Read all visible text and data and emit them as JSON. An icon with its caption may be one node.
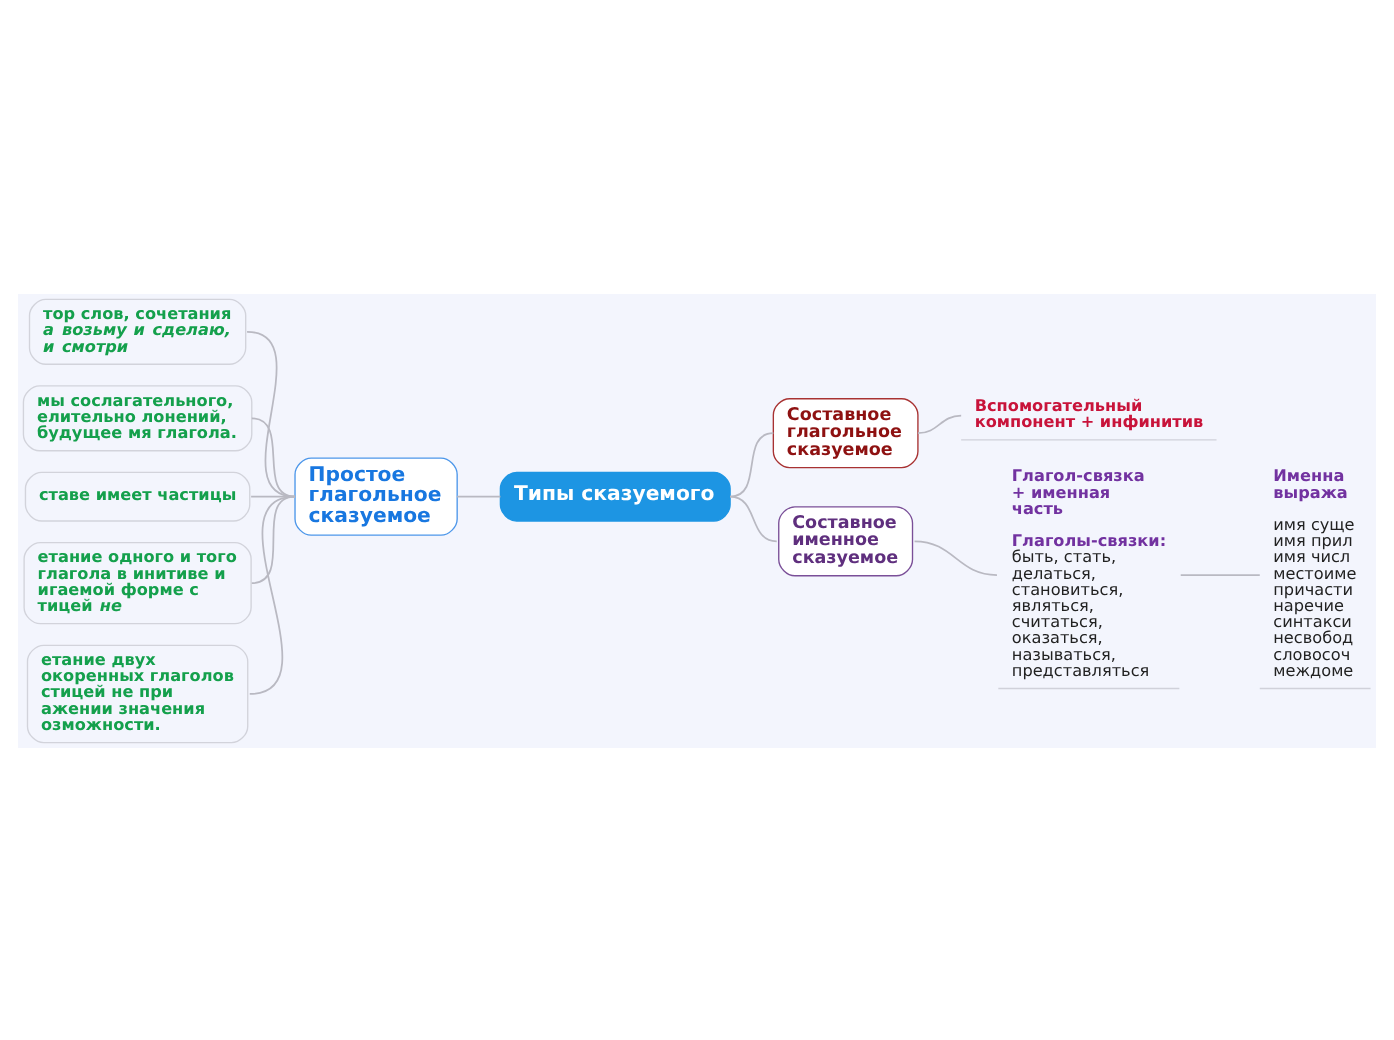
{
  "diagram": {
    "nodes": [
      {
        "text": [
          "Типы сказуемого"
        ]
      },
      {
        "text": [
          "Простое глагольное сказуемое"
        ]
      },
      {
        "text": [
          "тор слов, сочетания *а возьму и сделаю, и смотри*"
        ]
      },
      {
        "text": [
          "мы сослагательного, елительно лонений, будущее мя глагола."
        ]
      },
      {
        "text": [
          "ставе имеет частицы"
        ]
      },
      {
        "text": [
          "етание одного и того глагола в инитиве и игаемой форме с тицей *не*"
        ]
      },
      {
        "text": [
          "етание двух окоренных глаголов стицей не при ажении значения озможности."
        ]
      },
      {
        "text": [
          "Составное глагольное сказуемое"
        ]
      },
      {
        "text": [
          "Вспомогательный компонент + инфинитив"
        ]
      },
      {
        "text": [
          "Составное именное сказуемое"
        ]
      },
      {
        "text": [
          "Глагол-связка + именная часть",
          "**Глаголы-связки:** быть, стать, делаться, становиться, являться, считаться, оказаться, называться, представляться"
        ]
      },
      {
        "text": [
          "Именна выража",
          "имя суще имя прил имя числ местоиме причасти наречие синтакси несвобод словосоч междоме"
        ]
      }
    ],
    "edges": [
      {
        "from": 0,
        "to": 1,
        "arrow": "none"
      },
      {
        "from": 1,
        "to": 2,
        "arrow": "none"
      },
      {
        "from": 1,
        "to": 3,
        "arrow": "none"
      },
      {
        "from": 1,
        "to": 4,
        "arrow": "none"
      },
      {
        "from": 1,
        "to": 5,
        "arrow": "none"
      },
      {
        "from": 1,
        "to": 6,
        "arrow": "none"
      },
      {
        "from": 0,
        "to": 7,
        "arrow": "none"
      },
      {
        "from": 7,
        "to": 8,
        "arrow": "none"
      },
      {
        "from": 0,
        "to": 9,
        "arrow": "none"
      },
      {
        "from": 9,
        "to": 10,
        "arrow": "none"
      },
      {
        "from": 10,
        "to": 11,
        "arrow": "none"
      }
    ]
  }
}
